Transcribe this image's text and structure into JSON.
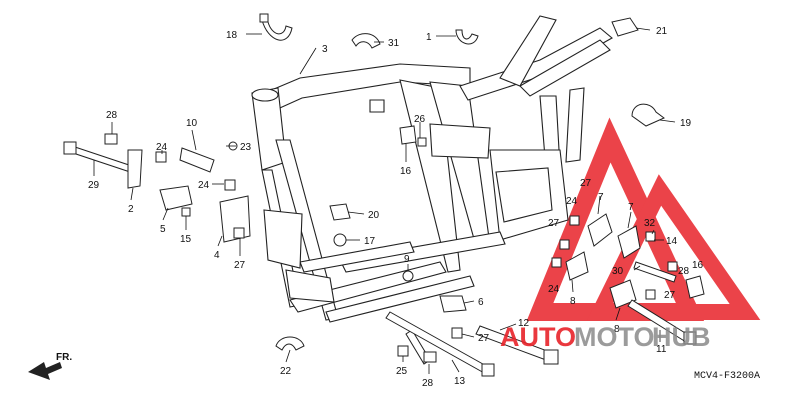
{
  "diagram": {
    "code": "MCV4-F3200A",
    "direction_label": "FR.",
    "watermark": {
      "brand_a": "AUTO",
      "brand_b": "MOTO",
      "brand_c": "HUB",
      "color_red": "#e8232a",
      "color_gray": "#8a8a8a"
    },
    "callouts": [
      {
        "id": "c18",
        "text": "18"
      },
      {
        "id": "c3",
        "text": "3"
      },
      {
        "id": "c31",
        "text": "31"
      },
      {
        "id": "c1",
        "text": "1"
      },
      {
        "id": "c21",
        "text": "21"
      },
      {
        "id": "c19",
        "text": "19"
      },
      {
        "id": "c28a",
        "text": "28"
      },
      {
        "id": "c10",
        "text": "10"
      },
      {
        "id": "c23",
        "text": "23"
      },
      {
        "id": "c24a",
        "text": "24"
      },
      {
        "id": "c29",
        "text": "29"
      },
      {
        "id": "c2",
        "text": "2"
      },
      {
        "id": "c24b",
        "text": "24"
      },
      {
        "id": "c5",
        "text": "5"
      },
      {
        "id": "c15",
        "text": "15"
      },
      {
        "id": "c4",
        "text": "4"
      },
      {
        "id": "c27a",
        "text": "27"
      },
      {
        "id": "c26",
        "text": "26"
      },
      {
        "id": "c16a",
        "text": "16"
      },
      {
        "id": "c20",
        "text": "20"
      },
      {
        "id": "c17",
        "text": "17"
      },
      {
        "id": "c9",
        "text": "9"
      },
      {
        "id": "c6",
        "text": "6"
      },
      {
        "id": "c12",
        "text": "12"
      },
      {
        "id": "c27b",
        "text": "27"
      },
      {
        "id": "c22",
        "text": "22"
      },
      {
        "id": "c25",
        "text": "25"
      },
      {
        "id": "c28b",
        "text": "28"
      },
      {
        "id": "c13",
        "text": "13"
      },
      {
        "id": "c27c",
        "text": "27"
      },
      {
        "id": "c7a",
        "text": "7"
      },
      {
        "id": "c24c",
        "text": "24"
      },
      {
        "id": "c27d",
        "text": "27"
      },
      {
        "id": "c7b",
        "text": "7"
      },
      {
        "id": "c32",
        "text": "32"
      },
      {
        "id": "c14",
        "text": "14"
      },
      {
        "id": "c30",
        "text": "30"
      },
      {
        "id": "c28c",
        "text": "28"
      },
      {
        "id": "c16b",
        "text": "16"
      },
      {
        "id": "c24d",
        "text": "24"
      },
      {
        "id": "c8a",
        "text": "8"
      },
      {
        "id": "c27e",
        "text": "27"
      },
      {
        "id": "c8b",
        "text": "8"
      },
      {
        "id": "c11",
        "text": "11"
      }
    ]
  }
}
